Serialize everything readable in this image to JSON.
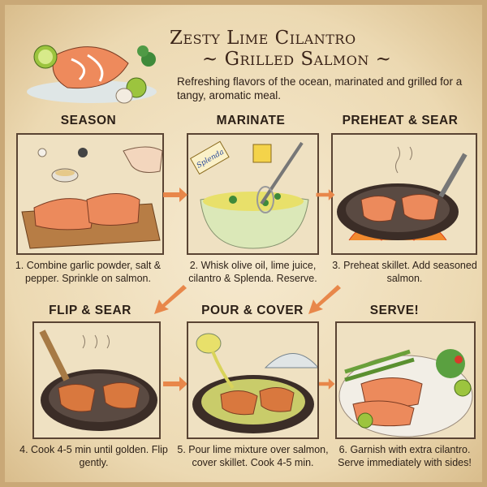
{
  "title": {
    "line1": "Zesty Lime Cilantro",
    "line2": "~ Grilled Salmon ~"
  },
  "subtitle": "Refreshing flavors of the ocean, marinated and grilled for a tangy, aromatic meal.",
  "steps": [
    {
      "title": "SEASON",
      "caption": "1. Combine garlic powder, salt & pepper. Sprinkle on salmon.",
      "icon": "seasoning-salmon-board"
    },
    {
      "title": "MARINATE",
      "caption": "2. Whisk olive oil, lime juice, cilantro & Splenda. Reserve.",
      "icon": "whisk-bowl",
      "packet_label": "Splenda"
    },
    {
      "title": "PREHEAT & SEAR",
      "caption": "3. Preheat skillet. Add seasoned salmon.",
      "icon": "skillet-fire"
    },
    {
      "title": "FLIP & SEAR",
      "caption": "4. Cook 4-5 min until golden. Flip gently.",
      "icon": "skillet-spatula"
    },
    {
      "title": "POUR & COVER",
      "caption": "5. Pour lime mixture over salmon, cover skillet. Cook 4-5 min.",
      "icon": "skillet-lid-pour"
    },
    {
      "title": "SERVE!",
      "caption": "6. Garnish with extra cilantro. Serve immediately with sides!",
      "icon": "plated-salmon"
    }
  ],
  "colors": {
    "parchment": "#f2e3c4",
    "salmon": "#e98a5e",
    "lime": "#9cc43e",
    "cilantro": "#3f8a3a",
    "skillet": "#3b2d27",
    "arrow": "#e8874a"
  }
}
